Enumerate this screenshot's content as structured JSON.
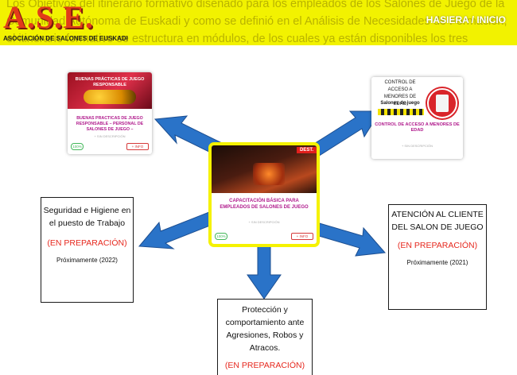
{
  "header": {
    "background_text": "Los Objetivos del itinerario formativo diseñado para los empleados de los Salones de Juego de la Comunidad Autónoma de Euskadi y como se definió en el Análisis de Necesidades de Formación, el itinerario formativo se estructura en módulos, de los cuales ya están disponibles los tres primeros.",
    "logo_letters": "A.S.E.",
    "logo_subtitle": "ASOCIACIÓN DE SALONES DE EUSKADI",
    "nav_home": "HASIERA / INICIO",
    "color": "#f2f200"
  },
  "courses": {
    "left": {
      "thumb_title": "BUENAS PRÁCTICAS DE JUEGO RESPONSABLE",
      "title": "BUENAS PRACTICAS DE JUEGO RESPONSABLE – PERSONAL DE SALONES DE JUEGO –",
      "meta": "+ SIN DESCRIPCIÓN",
      "progress": "100%",
      "info": "+ INFO"
    },
    "right": {
      "thumb_title": "CONTROL DE ACCESO A MENORES DE EDAD",
      "thumb_subtitle": "Salones de juego",
      "title": "CONTROL DE ACCESO A MENORES DE EDAD",
      "meta": "+ SIN DESCRIPCIÓN"
    },
    "center": {
      "ribbon": "DEST.",
      "title": "CAPACITACIÓN BÁSICA PARA EMPLEADOS DE SALONES DE JUEGO",
      "meta": "+ SIN DESCRIPCIÓN",
      "progress": "100%",
      "info": "+ INFO"
    }
  },
  "modules": {
    "hygiene": {
      "title": "Seguridad e Higiene en el puesto de Trabajo",
      "status": "(EN PREPARACIÓN)",
      "date": "Próximamente (2022)"
    },
    "client": {
      "title": "ATENCIÓN AL CLIENTE DEL SALON DE JUEGO",
      "status": "(EN PREPARACIÓN)",
      "date": "Próximamente (2021)"
    },
    "aggression": {
      "title": "Protección y comportamiento ante Agresiones, Robos y Atracos.",
      "status": "(EN PREPARACIÓN)"
    }
  },
  "colors": {
    "arrow": "#2a73c8",
    "arrow_outline": "#1d4f91",
    "status": "#e6281e",
    "highlight": "#f5f200"
  }
}
